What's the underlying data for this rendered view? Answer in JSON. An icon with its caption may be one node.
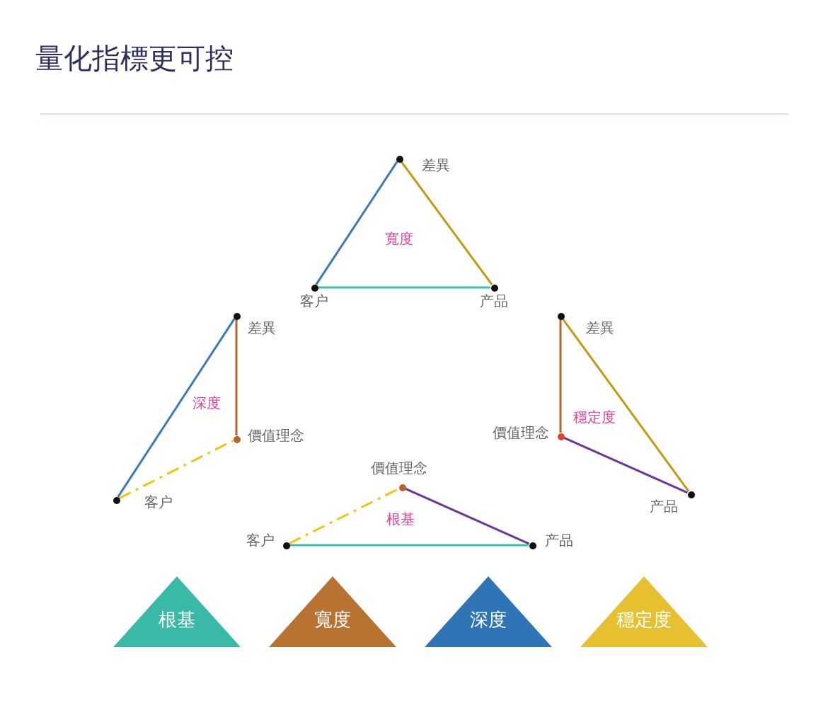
{
  "diagram": {
    "title": "量化指標更可控",
    "nodes": [
      {
        "text": [],
        "shape": "circle",
        "beside": [
          "差異"
        ]
      },
      {
        "text": [],
        "shape": "circle",
        "beside": [
          "客户"
        ]
      },
      {
        "text": [],
        "shape": "circle",
        "beside": [
          "产品"
        ]
      },
      {
        "text": [],
        "shape": "circle",
        "beside": [
          "差異"
        ]
      },
      {
        "text": [],
        "shape": "circle",
        "beside": [
          "價值理念"
        ]
      },
      {
        "text": [],
        "shape": "circle",
        "beside": [
          "客户"
        ]
      },
      {
        "text": [],
        "shape": "circle",
        "beside": [
          "差異"
        ]
      },
      {
        "text": [],
        "shape": "circle",
        "beside": [
          "價值理念"
        ]
      },
      {
        "text": [],
        "shape": "circle",
        "beside": [
          "产品"
        ]
      },
      {
        "text": [],
        "shape": "circle",
        "beside": [
          "價值理念"
        ]
      },
      {
        "text": [],
        "shape": "circle",
        "beside": [
          "客户"
        ]
      },
      {
        "text": [],
        "shape": "circle",
        "beside": [
          "产品"
        ]
      },
      {
        "text": [
          "根基"
        ]
      },
      {
        "text": [
          "寬度"
        ]
      },
      {
        "text": [
          "深度"
        ]
      },
      {
        "text": [
          "穩定度"
        ]
      }
    ],
    "edges": [
      {
        "from": 1,
        "to": 0,
        "arrow": "none",
        "color": "#3a7bbf"
      },
      {
        "from": 0,
        "to": 2,
        "arrow": "none",
        "color": "#c49a10"
      },
      {
        "from": 1,
        "to": 2,
        "arrow": "none",
        "color": "#3bbfa8"
      },
      {
        "from": 5,
        "to": 3,
        "arrow": "none",
        "color": "#3a7bbf"
      },
      {
        "from": 3,
        "to": 4,
        "arrow": "none",
        "color": "#b5652b"
      },
      {
        "from": 5,
        "to": 4,
        "arrow": "none",
        "style": "dashed",
        "color": "#f5c20c"
      },
      {
        "from": 6,
        "to": 7,
        "arrow": "none",
        "color": "#b5652b"
      },
      {
        "from": 6,
        "to": 8,
        "arrow": "none",
        "color": "#c49a10"
      },
      {
        "from": 7,
        "to": 8,
        "arrow": "none",
        "color": "#6a35a0"
      },
      {
        "from": 10,
        "to": 9,
        "arrow": "none",
        "style": "dashed",
        "color": "#f5c20c"
      },
      {
        "from": 9,
        "to": 11,
        "arrow": "none",
        "color": "#6a35a0"
      },
      {
        "from": 10,
        "to": 11,
        "arrow": "none",
        "color": "#3bbfa8"
      }
    ],
    "labels": [
      "寬度",
      "深度",
      "穩定度",
      "根基"
    ]
  }
}
